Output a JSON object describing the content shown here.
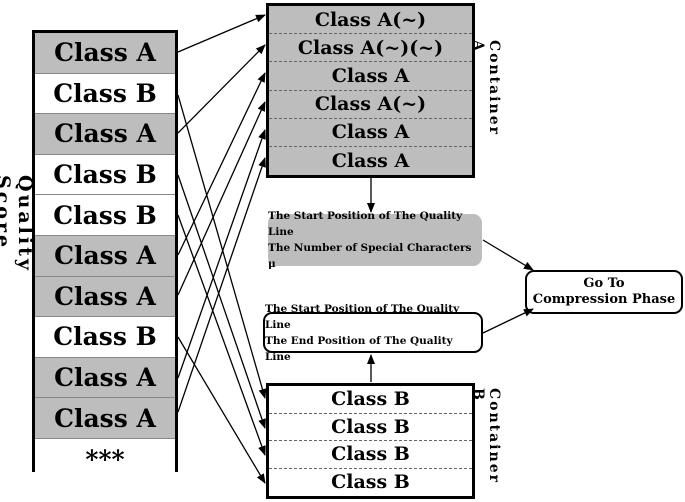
{
  "quality_score": {
    "label": "Quality Score",
    "cells": [
      {
        "text": "Class A",
        "shade": "gray"
      },
      {
        "text": "Class B",
        "shade": "white"
      },
      {
        "text": "Class A",
        "shade": "gray"
      },
      {
        "text": "Class B",
        "shade": "white"
      },
      {
        "text": "Class B",
        "shade": "white"
      },
      {
        "text": "Class A",
        "shade": "gray"
      },
      {
        "text": "Class A",
        "shade": "gray"
      },
      {
        "text": "Class B",
        "shade": "white"
      },
      {
        "text": "Class A",
        "shade": "gray"
      },
      {
        "text": "Class A",
        "shade": "gray"
      },
      {
        "text": "***",
        "shade": "white"
      }
    ]
  },
  "container_a": {
    "label": "Container A",
    "cells": [
      "Class A(~)",
      "Class A(~)(~)",
      "Class A",
      "Class A(~)",
      "Class A",
      "Class A"
    ]
  },
  "container_b": {
    "label": "Container B",
    "cells": [
      "Class B",
      "Class B",
      "Class B",
      "Class B"
    ]
  },
  "info_a": {
    "line1": "The Start Position of The Quality Line",
    "line2": "The Number of Special Characters μ"
  },
  "info_b": {
    "line1": "The Start Position of The Quality Line",
    "line2": "The End Position of The Quality Line"
  },
  "go": {
    "line1": "Go To",
    "line2": "Compression Phase"
  },
  "colors": {
    "shaded": "#bdbdbd",
    "border": "#000000"
  }
}
